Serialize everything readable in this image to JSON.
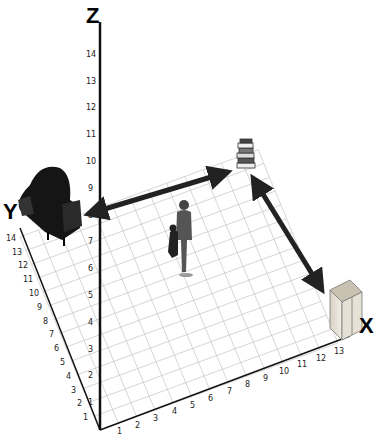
{
  "diagram": {
    "labels": [
      "Z",
      "Y",
      "X",
      "1",
      "2",
      "3",
      "4",
      "5",
      "6",
      "7",
      "8",
      "9",
      "10",
      "11",
      "12",
      "13",
      "14",
      "1",
      "2",
      "3",
      "4",
      "5",
      "6",
      "7",
      "8",
      "9",
      "10",
      "11",
      "12",
      "13",
      "14",
      "1",
      "2",
      "3",
      "4",
      "5",
      "6",
      "7",
      "8",
      "9",
      "10",
      "11",
      "12",
      "13"
    ]
  }
}
